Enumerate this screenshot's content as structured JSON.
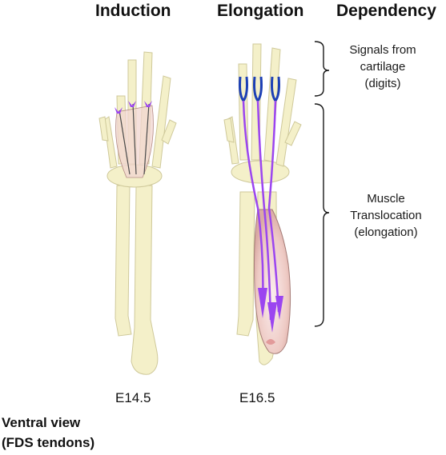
{
  "headers": {
    "induction": "Induction",
    "elongation": "Elongation",
    "dependency": "Dependency"
  },
  "dependencies": {
    "signals": [
      "Signals from",
      "cartilage",
      "(digits)"
    ],
    "muscle": [
      "Muscle",
      "Translocation",
      "(elongation)"
    ]
  },
  "stages": {
    "left": "E14.5",
    "right": "E16.5"
  },
  "view_note": [
    "Ventral view",
    "(FDS tendons)"
  ],
  "colors": {
    "bone": "#f4f0c9",
    "bone_stroke": "#cfc99a",
    "tendon": "#9b45f0",
    "cartilage": "#1c3fb5",
    "muscle": "#f1d5d0"
  }
}
